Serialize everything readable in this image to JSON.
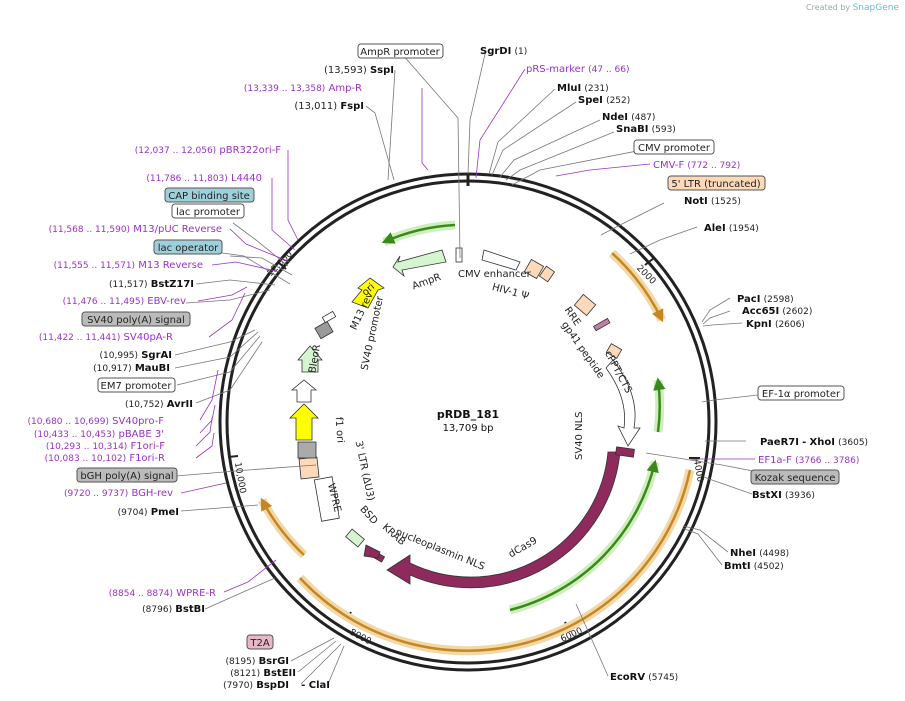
{
  "credit": {
    "prefix": "Created by",
    "brand": "SnapGene"
  },
  "plasmid": {
    "name": "pRDB_181",
    "size": "13,709 bp"
  },
  "ruler_ticks": [
    "2000",
    "4000",
    "6000",
    "8000",
    "10,000",
    "12,000"
  ],
  "features": {
    "AmpR": "AmpR",
    "CMV_enhancer": "CMV enhancer",
    "HIV1_psi": "HIV-1 Ψ",
    "RRE": "RRE",
    "gp41": "gp41 peptide",
    "cPPT": "cPPT/CTS",
    "SV40_NLS": "SV40 NLS",
    "dCas9": "dCas9",
    "nucleoplasmin": "nucleoplasmin NLS",
    "KRAB": "KRAB",
    "BSD": "BSD",
    "WPRE": "WPRE",
    "LTR3": "3' LTR (ΔU3)",
    "f1ori": "f1 ori",
    "BleoR": "BleoR",
    "SV40prom": "SV40 promoter",
    "M13rev": "M13 rev",
    "ori": "ori"
  },
  "labels_left": [
    {
      "num": "(13,593)",
      "name": "SspI"
    },
    {
      "num": "(13,339 .. 13,358)",
      "name": "Amp-R"
    },
    {
      "num": "(13,011)",
      "name": "FspI"
    },
    {
      "num": "(12,037 .. 12,056)",
      "name": "pBR322ori-F"
    },
    {
      "num": "(11,786 .. 11,803)",
      "name": "L4440"
    },
    {
      "num": "(11,568 .. 11,590)",
      "name": "M13/pUC Reverse"
    },
    {
      "num": "(11,555 .. 11,571)",
      "name": "M13 Reverse"
    },
    {
      "num": "(11,517)",
      "name": "BstZ17I"
    },
    {
      "num": "(11,476 .. 11,495)",
      "name": "EBV-rev"
    },
    {
      "num": "(11,422 .. 11,441)",
      "name": "SV40pA-R"
    },
    {
      "num": "(10,995)",
      "name": "SgrAI"
    },
    {
      "num": "(10,917)",
      "name": "MauBI"
    },
    {
      "num": "(10,752)",
      "name": "AvrII"
    },
    {
      "num": "(10,680 .. 10,699)",
      "name": "SV40pro-F"
    },
    {
      "num": "(10,433 .. 10,453)",
      "name": "pBABE 3'"
    },
    {
      "num": "(10,293 .. 10,314)",
      "name": "F1ori-F"
    },
    {
      "num": "(10,083 .. 10,102)",
      "name": "F1ori-R"
    },
    {
      "num": "(9720 .. 9737)",
      "name": "BGH-rev"
    },
    {
      "num": "(9704)",
      "name": "PmeI"
    },
    {
      "num": "(8854 .. 8874)",
      "name": "WPRE-R"
    },
    {
      "num": "(8796)",
      "name": "BstBI"
    },
    {
      "num": "(8195)",
      "name": "BsrGI"
    },
    {
      "num": "(8121)",
      "name": "BstEII"
    },
    {
      "num": "(7970)",
      "name": "BspDI"
    },
    {
      "name2": "ClaI"
    }
  ],
  "boxes_left": {
    "ampr_promoter": "AmpR promoter",
    "cap_site": "CAP binding site",
    "lac_promoter": "lac promoter",
    "lac_operator": "lac operator",
    "sv40_polya": "SV40 poly(A) signal",
    "em7": "EM7 promoter",
    "bgh": "bGH poly(A) signal",
    "t2a": "T2A"
  },
  "labels_right": [
    {
      "name": "SgrDI",
      "num": "(1)"
    },
    {
      "name": "pRS-marker",
      "num": "(47 .. 66)"
    },
    {
      "name": "MluI",
      "num": "(231)"
    },
    {
      "name": "SpeI",
      "num": "(252)"
    },
    {
      "name": "NdeI",
      "num": "(487)"
    },
    {
      "name": "SnaBI",
      "num": "(593)"
    },
    {
      "name": "CMV-F",
      "num": "(772 .. 792)"
    },
    {
      "name": "NotI",
      "num": "(1525)"
    },
    {
      "name": "AleI",
      "num": "(1954)"
    },
    {
      "name": "PacI",
      "num": "(2598)"
    },
    {
      "name": "Acc65I",
      "num": "(2602)"
    },
    {
      "name": "KpnI",
      "num": "(2606)"
    },
    {
      "name": "PaeR7I",
      "name2": "XhoI",
      "num": "(3605)"
    },
    {
      "name": "EF1a-F",
      "num": "(3766 .. 3786)"
    },
    {
      "name": "BstXI",
      "num": "(3936)"
    },
    {
      "name": "NheI",
      "num": "(4498)"
    },
    {
      "name": "BmtI",
      "num": "(4502)"
    },
    {
      "name": "EcoRV",
      "num": "(5745)"
    }
  ],
  "boxes_right": {
    "cmv_promoter": "CMV promoter",
    "ltr5": "5' LTR (truncated)",
    "ef1a": "EF-1α promoter",
    "kozak": "Kozak sequence"
  },
  "colors": {
    "primer": "#9b30c8",
    "dcas9": "#8e2a5c",
    "yellow": "#ffff00",
    "green": "#d4f5cf",
    "orange_feature": "#c8861e",
    "green_feature": "#3a8a1a",
    "backbone": "#222222"
  }
}
